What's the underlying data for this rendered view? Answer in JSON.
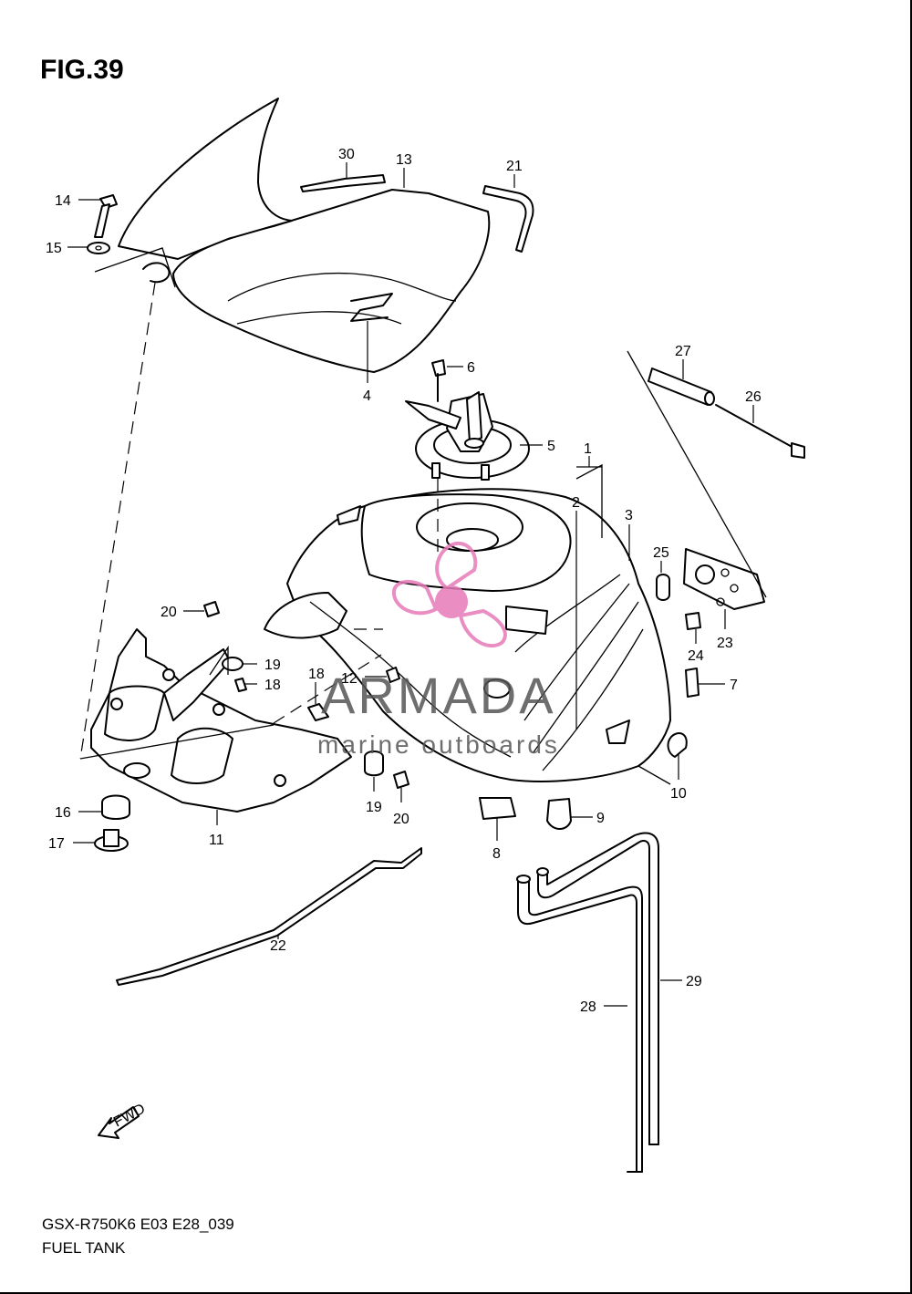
{
  "figure": {
    "title": "FIG.39",
    "footer_code": "GSX-R750K6 E03 E28_039",
    "footer_name": "FUEL TANK"
  },
  "watermark": {
    "brand": "ARMADA",
    "tagline": "marine outboards",
    "logo_color": "#e67ab8",
    "text_color": "#555555"
  },
  "direction_marker": "FWD",
  "callouts": [
    {
      "id": "c1",
      "label": "1"
    },
    {
      "id": "c2",
      "label": "2"
    },
    {
      "id": "c3",
      "label": "3"
    },
    {
      "id": "c4",
      "label": "4"
    },
    {
      "id": "c5",
      "label": "5"
    },
    {
      "id": "c6",
      "label": "6"
    },
    {
      "id": "c7",
      "label": "7"
    },
    {
      "id": "c8",
      "label": "8"
    },
    {
      "id": "c9",
      "label": "9"
    },
    {
      "id": "c10",
      "label": "10"
    },
    {
      "id": "c11",
      "label": "11"
    },
    {
      "id": "c12",
      "label": "12"
    },
    {
      "id": "c13",
      "label": "13"
    },
    {
      "id": "c14",
      "label": "14"
    },
    {
      "id": "c15",
      "label": "15"
    },
    {
      "id": "c16",
      "label": "16"
    },
    {
      "id": "c17",
      "label": "17"
    },
    {
      "id": "c18a",
      "label": "18"
    },
    {
      "id": "c18b",
      "label": "18"
    },
    {
      "id": "c19a",
      "label": "19"
    },
    {
      "id": "c19b",
      "label": "19"
    },
    {
      "id": "c20a",
      "label": "20"
    },
    {
      "id": "c20b",
      "label": "20"
    },
    {
      "id": "c21",
      "label": "21"
    },
    {
      "id": "c22",
      "label": "22"
    },
    {
      "id": "c23",
      "label": "23"
    },
    {
      "id": "c24",
      "label": "24"
    },
    {
      "id": "c25",
      "label": "25"
    },
    {
      "id": "c26",
      "label": "26"
    },
    {
      "id": "c27",
      "label": "27"
    },
    {
      "id": "c28",
      "label": "28"
    },
    {
      "id": "c29",
      "label": "29"
    },
    {
      "id": "c30",
      "label": "30"
    }
  ]
}
